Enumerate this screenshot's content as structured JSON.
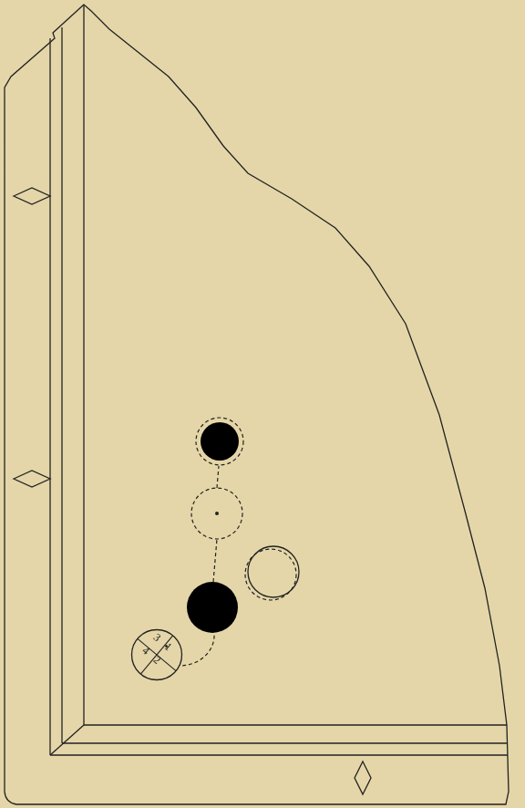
{
  "diagram": {
    "nodes": [
      {
        "text": [
          "1",
          "2",
          "3",
          "4"
        ]
      }
    ]
  }
}
